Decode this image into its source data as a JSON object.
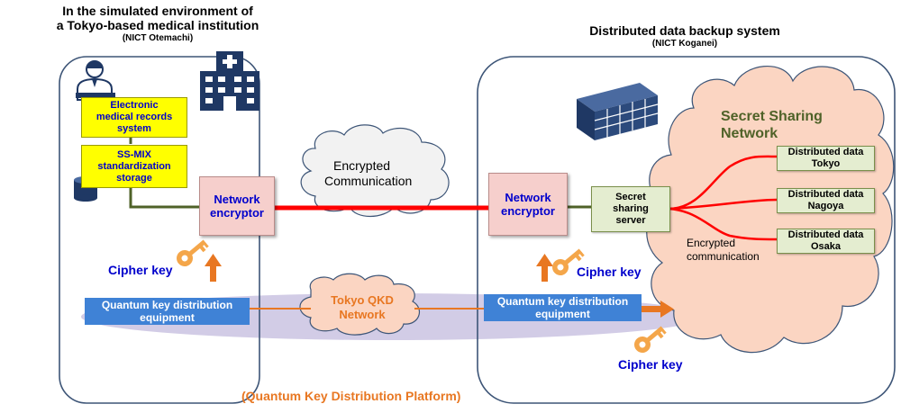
{
  "left_site": {
    "title_line1": "In the simulated environment of",
    "title_line2": "a Tokyo-based medical institution",
    "location": "(NICT Otemachi)",
    "ehr_line1": "Electronic",
    "ehr_line2": "medical records",
    "ehr_line3": "system",
    "ssmix_line1": "SS-MIX",
    "ssmix_line2": "standardization",
    "ssmix_line3": "storage",
    "encryptor_line1": "Network",
    "encryptor_line2": "encryptor",
    "cipher_key": "Cipher key",
    "qkd_line1": "Quantum key distribution",
    "qkd_line2": "equipment"
  },
  "right_site": {
    "title": "Distributed data backup system",
    "location": "(NICT Koganei)",
    "encryptor_line1": "Network",
    "encryptor_line2": "encryptor",
    "cipher_key": "Cipher key",
    "cipher_key_bottom": "Cipher key",
    "qkd_line1": "Quantum key distribution",
    "qkd_line2": "equipment",
    "server_line1": "Secret",
    "server_line2": "sharing",
    "server_line3": "server",
    "ssn_line1": "Secret Sharing",
    "ssn_line2": "Network",
    "encrypted_comm_line1": "Encrypted",
    "encrypted_comm_line2": "communication",
    "nodes": [
      {
        "line1": "Distributed data",
        "line2": "Tokyo"
      },
      {
        "line1": "Distributed data",
        "line2": "Nagoya"
      },
      {
        "line1": "Distributed data",
        "line2": "Osaka"
      }
    ]
  },
  "middle": {
    "encrypted_cloud_line1": "Encrypted",
    "encrypted_cloud_line2": "Communication",
    "qkd_network_line1": "Tokyo QKD",
    "qkd_network_line2": "Network",
    "platform": "(Quantum Key Distribution Platform)"
  },
  "colors": {
    "red_link": "#ff0000",
    "orange": "#e87722",
    "blue_text": "#0000cc",
    "box_border": "#3d5577",
    "green_link": "#4f6228",
    "secret_network_text": "#4f6228",
    "platform_shadow": "#c8bfe0"
  },
  "icons": [
    "doctor-icon",
    "hospital-icon",
    "database-icon",
    "server-rack-icon",
    "key-icon"
  ]
}
